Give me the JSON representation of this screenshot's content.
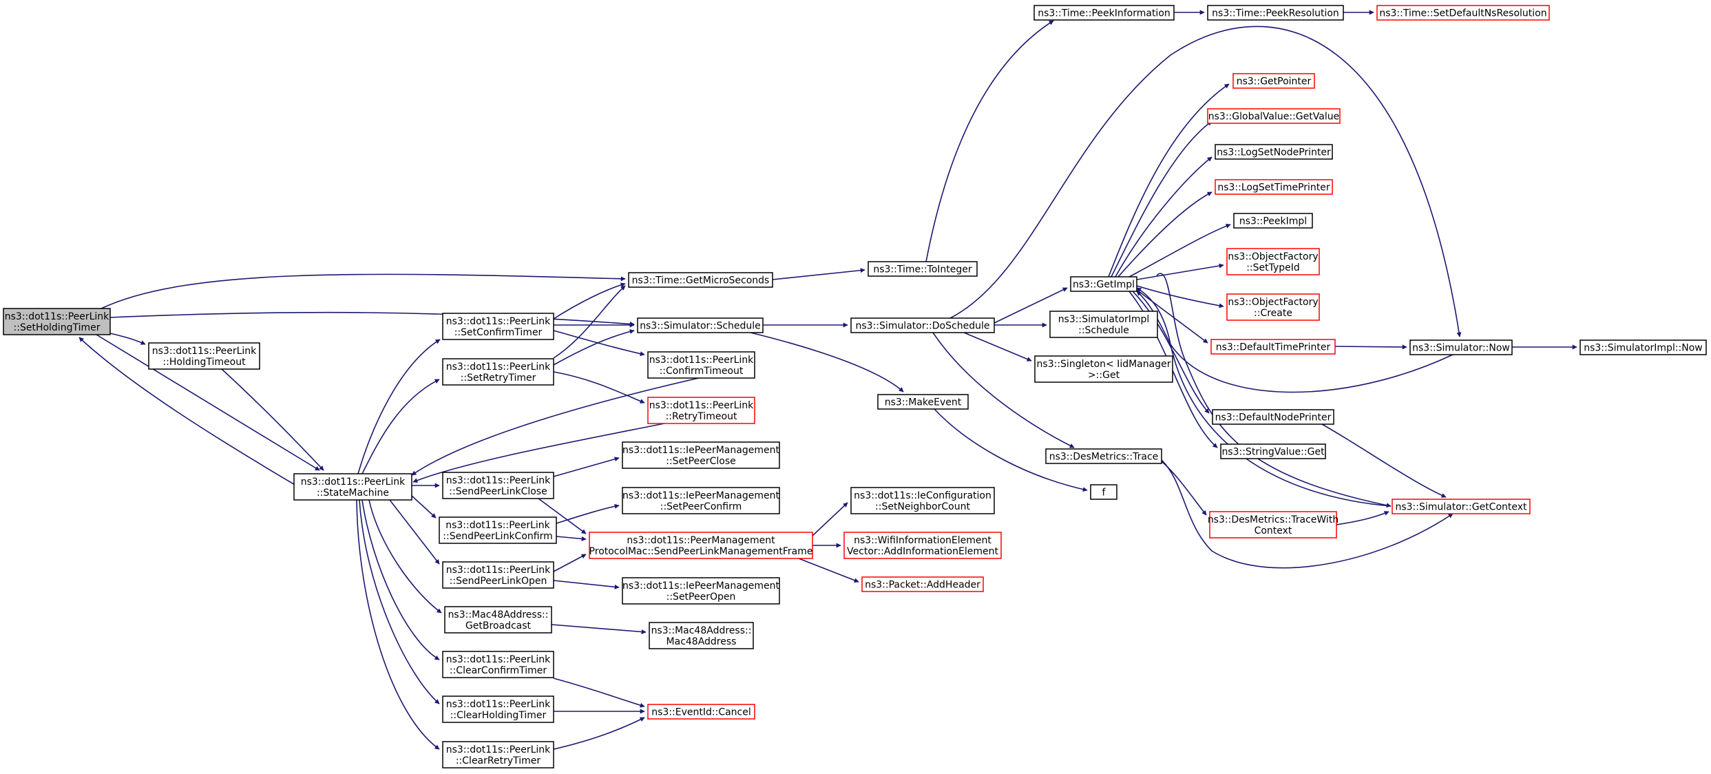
{
  "colors": {
    "edge": "#191970",
    "border": "#000000",
    "unresolved_border": "#ff0000",
    "root_fill": "#bfbfbf",
    "background": "#ffffff"
  },
  "nodes": {
    "root": [
      "ns3::dot11s::PeerLink",
      "::SetHoldingTimer"
    ],
    "holdingtimeout": [
      "ns3::dot11s::PeerLink",
      "::HoldingTimeout"
    ],
    "statemachine": [
      "ns3::dot11s::PeerLink",
      "::StateMachine"
    ],
    "setconfirmtimer": [
      "ns3::dot11s::PeerLink",
      "::SetConfirmTimer"
    ],
    "setretrytimer": [
      "ns3::dot11s::PeerLink",
      "::SetRetryTimer"
    ],
    "sendclose": [
      "ns3::dot11s::PeerLink",
      "::SendPeerLinkClose"
    ],
    "sendconfirm": [
      "ns3::dot11s::PeerLink",
      "::SendPeerLinkConfirm"
    ],
    "sendopen": [
      "ns3::dot11s::PeerLink",
      "::SendPeerLinkOpen"
    ],
    "getbroadcast": [
      "ns3::Mac48Address::",
      "GetBroadcast"
    ],
    "clearconfirm": [
      "ns3::dot11s::PeerLink",
      "::ClearConfirmTimer"
    ],
    "clearholding": [
      "ns3::dot11s::PeerLink",
      "::ClearHoldingTimer"
    ],
    "clearretry": [
      "ns3::dot11s::PeerLink",
      "::ClearRetryTimer"
    ],
    "getmicro": [
      "ns3::Time::GetMicroSeconds"
    ],
    "schedule": [
      "ns3::Simulator::Schedule"
    ],
    "confirmtimeout": [
      "ns3::dot11s::PeerLink",
      "::ConfirmTimeout"
    ],
    "retrytimeout": [
      "ns3::dot11s::PeerLink",
      "::RetryTimeout"
    ],
    "setpeerclose": [
      "ns3::dot11s::IePeerManagement",
      "::SetPeerClose"
    ],
    "setpeerconfirm": [
      "ns3::dot11s::IePeerManagement",
      "::SetPeerConfirm"
    ],
    "pmpsend": [
      "ns3::dot11s::PeerManagement",
      "ProtocolMac::SendPeerLinkManagementFrame"
    ],
    "setpeeropen": [
      "ns3::dot11s::IePeerManagement",
      "::SetPeerOpen"
    ],
    "mac48": [
      "ns3::Mac48Address::",
      "Mac48Address"
    ],
    "cancel": [
      "ns3::EventId::Cancel"
    ],
    "tointeger": [
      "ns3::Time::ToInteger"
    ],
    "doschedule": [
      "ns3::Simulator::DoSchedule"
    ],
    "makeevent": [
      "ns3::MakeEvent"
    ],
    "setneighbor": [
      "ns3::dot11s::IeConfiguration",
      "::SetNeighborCount"
    ],
    "addinfo": [
      "ns3::WifiInformationElement",
      "Vector::AddInformationElement"
    ],
    "addheader": [
      "ns3::Packet::AddHeader"
    ],
    "peekinfo": [
      "ns3::Time::PeekInformation"
    ],
    "peekres": [
      "ns3::Time::PeekResolution"
    ],
    "setdefres": [
      "ns3::Time::SetDefaultNsResolution"
    ],
    "getimpl": [
      "ns3::GetImpl"
    ],
    "simimplschedule": [
      "ns3::SimulatorImpl",
      "::Schedule"
    ],
    "singleton": [
      "ns3::Singleton< IidManager",
      " >::Get"
    ],
    "desmetricstrace": [
      "ns3::DesMetrics::Trace"
    ],
    "f": [
      "f"
    ],
    "getpointer": [
      "ns3::GetPointer"
    ],
    "globalvalue": [
      "ns3::GlobalValue::GetValue"
    ],
    "lognode": [
      "ns3::LogSetNodePrinter"
    ],
    "logtime": [
      "ns3::LogSetTimePrinter"
    ],
    "peekimpl": [
      "ns3::PeekImpl"
    ],
    "ofsettypeid": [
      "ns3::ObjectFactory",
      "::SetTypeId"
    ],
    "ofcreate": [
      "ns3::ObjectFactory",
      "::Create"
    ],
    "deftimeprinter": [
      "ns3::DefaultTimePrinter"
    ],
    "defnodeprinter": [
      "ns3::DefaultNodePrinter"
    ],
    "stringvalue": [
      "ns3::StringValue::Get"
    ],
    "tracewithcontext": [
      "ns3::DesMetrics::TraceWith",
      "Context"
    ],
    "getcontext": [
      "ns3::Simulator::GetContext"
    ],
    "simnow": [
      "ns3::Simulator::Now"
    ],
    "simimplnow": [
      "ns3::SimulatorImpl::Now"
    ]
  }
}
